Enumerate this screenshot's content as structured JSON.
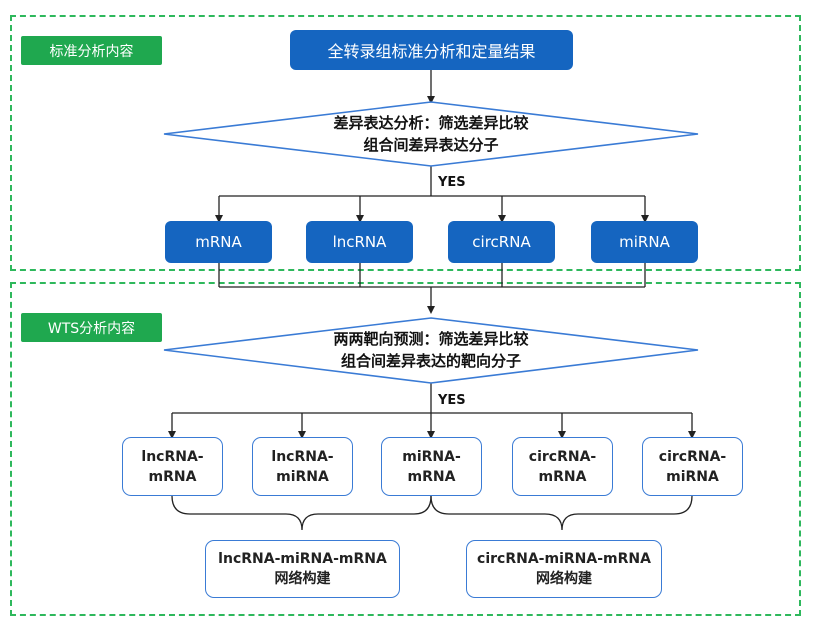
{
  "sections": {
    "standard": {
      "label": "标准分析内容"
    },
    "wts": {
      "label": "WTS分析内容"
    }
  },
  "top_box": "全转录组标准分析和定量结果",
  "decision1": {
    "line1": "差异表达分析：筛选差异比较",
    "line2": "组合间差异表达分子"
  },
  "yes1": "YES",
  "rna_types": [
    "mRNA",
    "lncRNA",
    "circRNA",
    "miRNA"
  ],
  "decision2": {
    "line1": "两两靶向预测：筛选差异比较",
    "line2": "组合间差异表达的靶向分子"
  },
  "yes2": "YES",
  "pairs": [
    {
      "l1": "lncRNA-",
      "l2": "mRNA"
    },
    {
      "l1": "lncRNA-",
      "l2": "miRNA"
    },
    {
      "l1": "miRNA-",
      "l2": "mRNA"
    },
    {
      "l1": "circRNA-",
      "l2": "mRNA"
    },
    {
      "l1": "circRNA-",
      "l2": "miRNA"
    }
  ],
  "networks": [
    {
      "l1": "lncRNA-miRNA-mRNA",
      "l2": "网络构建"
    },
    {
      "l1": "circRNA-miRNA-mRNA",
      "l2": "网络构建"
    }
  ],
  "colors": {
    "dashed": "#2eb85c",
    "tag": "#1fa84f",
    "blue": "#1565c0",
    "outline": "#3a7bd5"
  }
}
